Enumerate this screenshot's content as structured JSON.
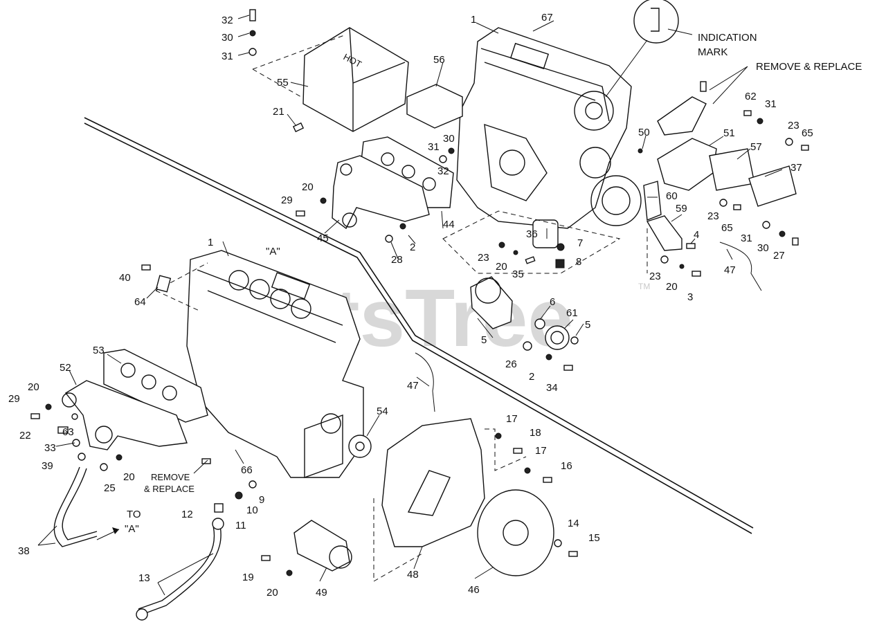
{
  "watermark": "PartsTree",
  "trademark": "TM",
  "notes": {
    "indication_line1": "INDICATION",
    "indication_line2": "MARK",
    "remove_replace_top": "REMOVE & REPLACE",
    "remove_replace_bottom_line1": "REMOVE",
    "remove_replace_bottom_line2": "& REPLACE",
    "to_a_line1": "TO",
    "to_a_line2": "\"A\"",
    "ref_a": "\"A\"",
    "hot": "HOT"
  },
  "callouts": [
    "32",
    "30",
    "31",
    "55",
    "56",
    "21",
    "1",
    "67",
    "50",
    "51",
    "62",
    "31",
    "23",
    "65",
    "57",
    "37",
    "30",
    "31",
    "32",
    "20",
    "29",
    "45",
    "44",
    "2",
    "28",
    "36",
    "7",
    "8",
    "23",
    "20",
    "35",
    "60",
    "59",
    "4",
    "23",
    "20",
    "3",
    "23",
    "65",
    "31",
    "30",
    "27",
    "47",
    "1",
    "40",
    "64",
    "6",
    "61",
    "5",
    "5",
    "26",
    "2",
    "34",
    "53",
    "52",
    "20",
    "29",
    "22",
    "63",
    "33",
    "39",
    "25",
    "20",
    "47",
    "54",
    "66",
    "9",
    "10",
    "11",
    "12",
    "38",
    "13",
    "19",
    "20",
    "49",
    "48",
    "17",
    "18",
    "17",
    "16",
    "14",
    "15",
    "46"
  ]
}
